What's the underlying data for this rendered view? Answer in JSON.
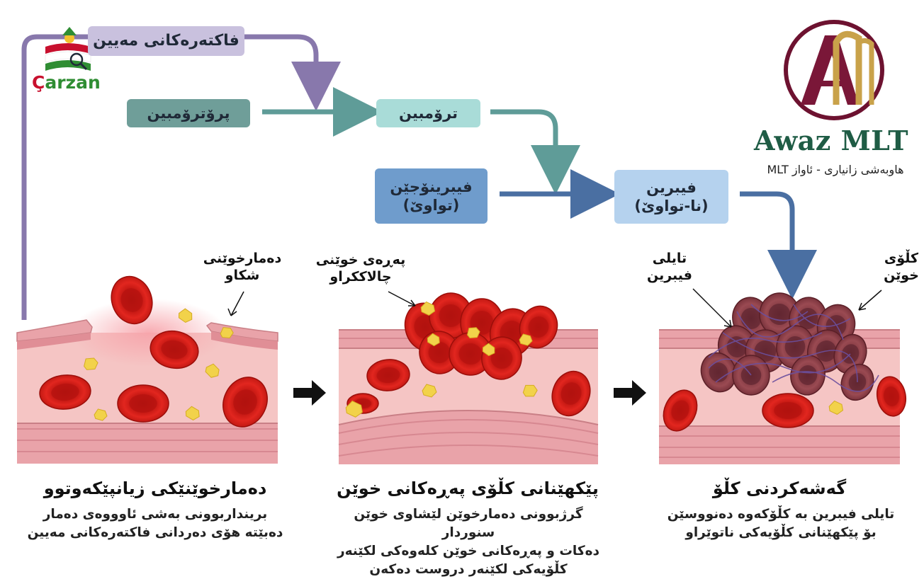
{
  "flow": {
    "factors": "فاکتەرەکانی مەیین",
    "prothrombin": "پرۆترۆمبین",
    "thrombin": "ترۆمبین",
    "fibrinogen_line1": "فیبرینۆجێن",
    "fibrinogen_line2": "(تواوێ)",
    "fibrin_line1": "فیبرین",
    "fibrin_line2": "(نا-تواوێ)"
  },
  "brands": {
    "carzan": "Çarzan",
    "carzan_first": "Ç",
    "carzan_rest": "arzan",
    "awaz_name": "Awaz MLT",
    "awaz_sub": "هاوبەشی زانیاری - ئاواز MLT"
  },
  "labels": {
    "damaged_vessel_1": "دەمارخوێنی",
    "damaged_vessel_2": "شکاو",
    "platelet_1": "پەڕەی خوێنی",
    "platelet_2": "چالاککراو",
    "fibrin_thread_1": "تایلی",
    "fibrin_thread_2": "فیبرین",
    "blood_clot_1": "کڵۆی",
    "blood_clot_2": "خوێن"
  },
  "stages": [
    {
      "title": "دەمارخوێنێکی زیانپێکەوتوو",
      "desc_1": "برینداربوونی بەشی ئاوووەی دەمار",
      "desc_2": "دەبێتە هۆی دەردانی فاکتەرەکانی مەیین",
      "desc_3": ""
    },
    {
      "title": "پێکهێنانی کڵۆی پەڕەکانی خوێن",
      "desc_1": "گرژبوونی دەمارخوێن لێشاوی خوێن سنوردار",
      "desc_2": "دەکات و پەڕەکانی خوێن کلەوەکی لکێنەر",
      "desc_3": "کڵۆیەکی لکێنەر دروست دەکەن"
    },
    {
      "title": "گەشەکردنی کڵۆ",
      "desc_1": "تایلی فیبرین بە کڵۆکەوە دەنووسێن",
      "desc_2": "بۆ پێکهێنانی کڵۆیەکی ناتوێراو",
      "desc_3": ""
    }
  ],
  "colors": {
    "arrow_purple": "#8878ac",
    "arrow_teal": "#5f9c98",
    "arrow_blue": "#4a6fa2",
    "vessel_wall": "#e9a9ae",
    "vessel_inner": "#f6c7c6",
    "rbc": "#d8201a",
    "platelet": "#f2d24a",
    "clot_rbc": "#8e3b45"
  }
}
